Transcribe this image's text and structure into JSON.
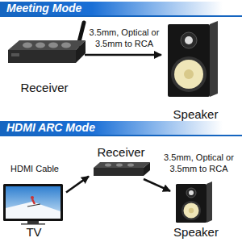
{
  "diagram": {
    "nodes": [
      {
        "text": [
          "Meeting Mode"
        ]
      },
      {
        "text": [
          "Receiver"
        ]
      },
      {
        "text": [
          "Speaker"
        ]
      },
      {
        "text": [
          "HDMI ARC Mode"
        ]
      },
      {
        "text": [
          "Receiver"
        ]
      },
      {
        "text": [
          "TV"
        ]
      },
      {
        "text": [
          "Speaker"
        ]
      }
    ],
    "edges": [
      {
        "from": 1,
        "to": 2,
        "arrow": "to",
        "label": "3.5mm, Optical or 3.5mm to RCA"
      },
      {
        "from": 5,
        "to": 4,
        "arrow": "to",
        "label": "HDMI Cable"
      },
      {
        "from": 4,
        "to": 6,
        "arrow": "to",
        "label": "3.5mm, Optical or 3.5mm to RCA"
      }
    ]
  }
}
